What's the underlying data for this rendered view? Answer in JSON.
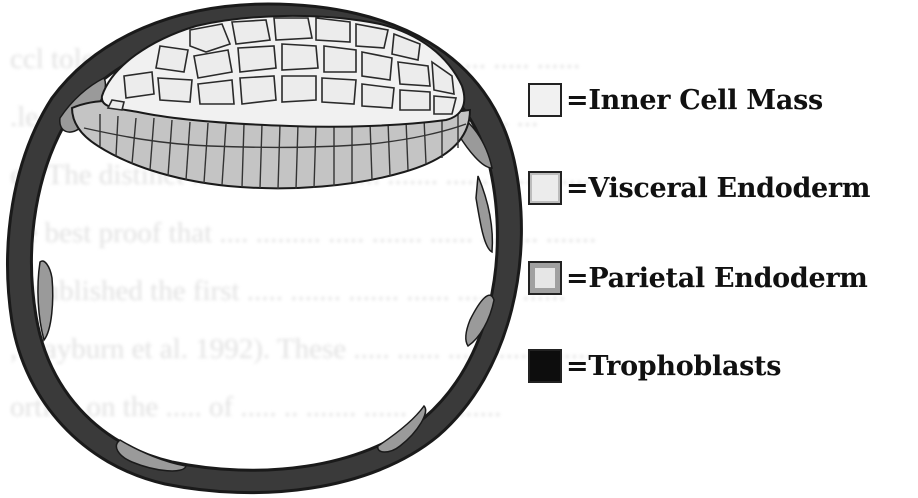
{
  "legend": [
    {
      "key": "inner-cell-mass",
      "label": "=Inner Cell Mass",
      "fill": "#f1f1f1"
    },
    {
      "key": "visceral-endoderm",
      "label": "=Visceral Endoderm",
      "fill": "#c4c4c4"
    },
    {
      "key": "parietal-endoderm",
      "label": "=Parietal Endoderm",
      "fill": "#9a9a9a"
    },
    {
      "key": "trophoblasts",
      "label": "=Trophoblasts",
      "fill": "#2a2a2a"
    }
  ],
  "colors": {
    "background": "#ffffff",
    "outline": "#1a1a1a",
    "inner_cell_mass": "#f1f1f1",
    "visceral_endoderm": "#c4c4c4",
    "parietal_endoderm": "#9a9a9a",
    "trophoblasts": "#3a3a3a"
  }
}
